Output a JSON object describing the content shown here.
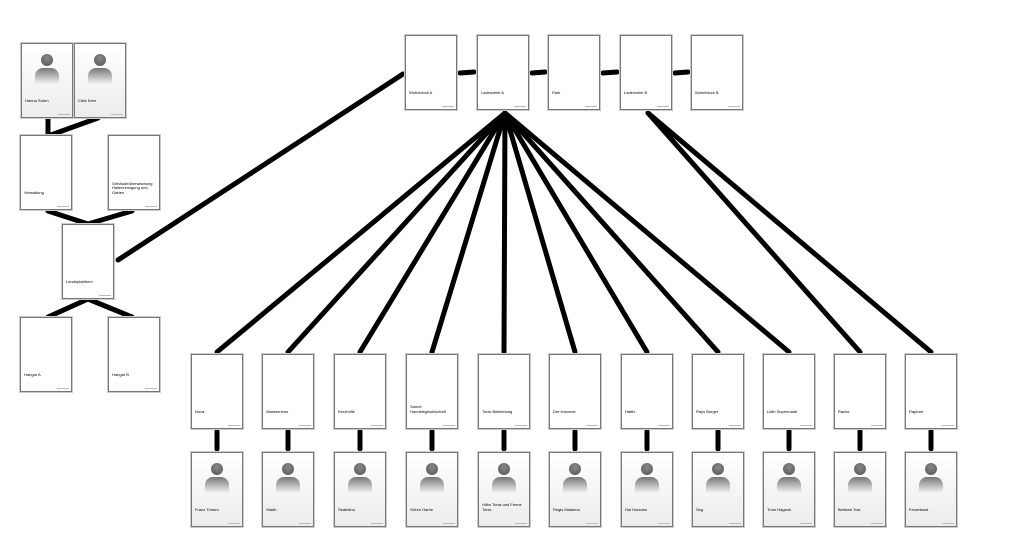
{
  "diagram": {
    "top_row": [
      "Wohnblock A",
      "Ladenzeile A",
      "Park",
      "Ladenzeile B",
      "Wohnblock B"
    ],
    "left_people": [
      "Hanna Sohrn",
      "Click Kern"
    ],
    "left_units": [
      "Verwaltung",
      "Gebäudeüberwachung Hallenreinigung und Gärten",
      "Landeplattform",
      "Hangar A",
      "Hangar B"
    ],
    "shops": [
      "Nova",
      "Wasserrinne",
      "Kerzhöfle",
      "Sanne Handelsgesellschaft",
      "Tonis Bekleidung",
      "Der Hammer",
      "Hatfix",
      "Rays Burger",
      "Lidlh Supermarkt",
      "Rache",
      "Rapture"
    ],
    "owners": [
      "Franz Trinero",
      "Stadh",
      "Seathlina",
      "Gehrn Harne",
      "Hilbu Tonis und Fenne Tonis",
      "Regis Malahna",
      "Hal Horsdon",
      "Seg",
      "Trom Hagesh",
      "Belliane Tosi",
      "Feuerfaust"
    ]
  }
}
